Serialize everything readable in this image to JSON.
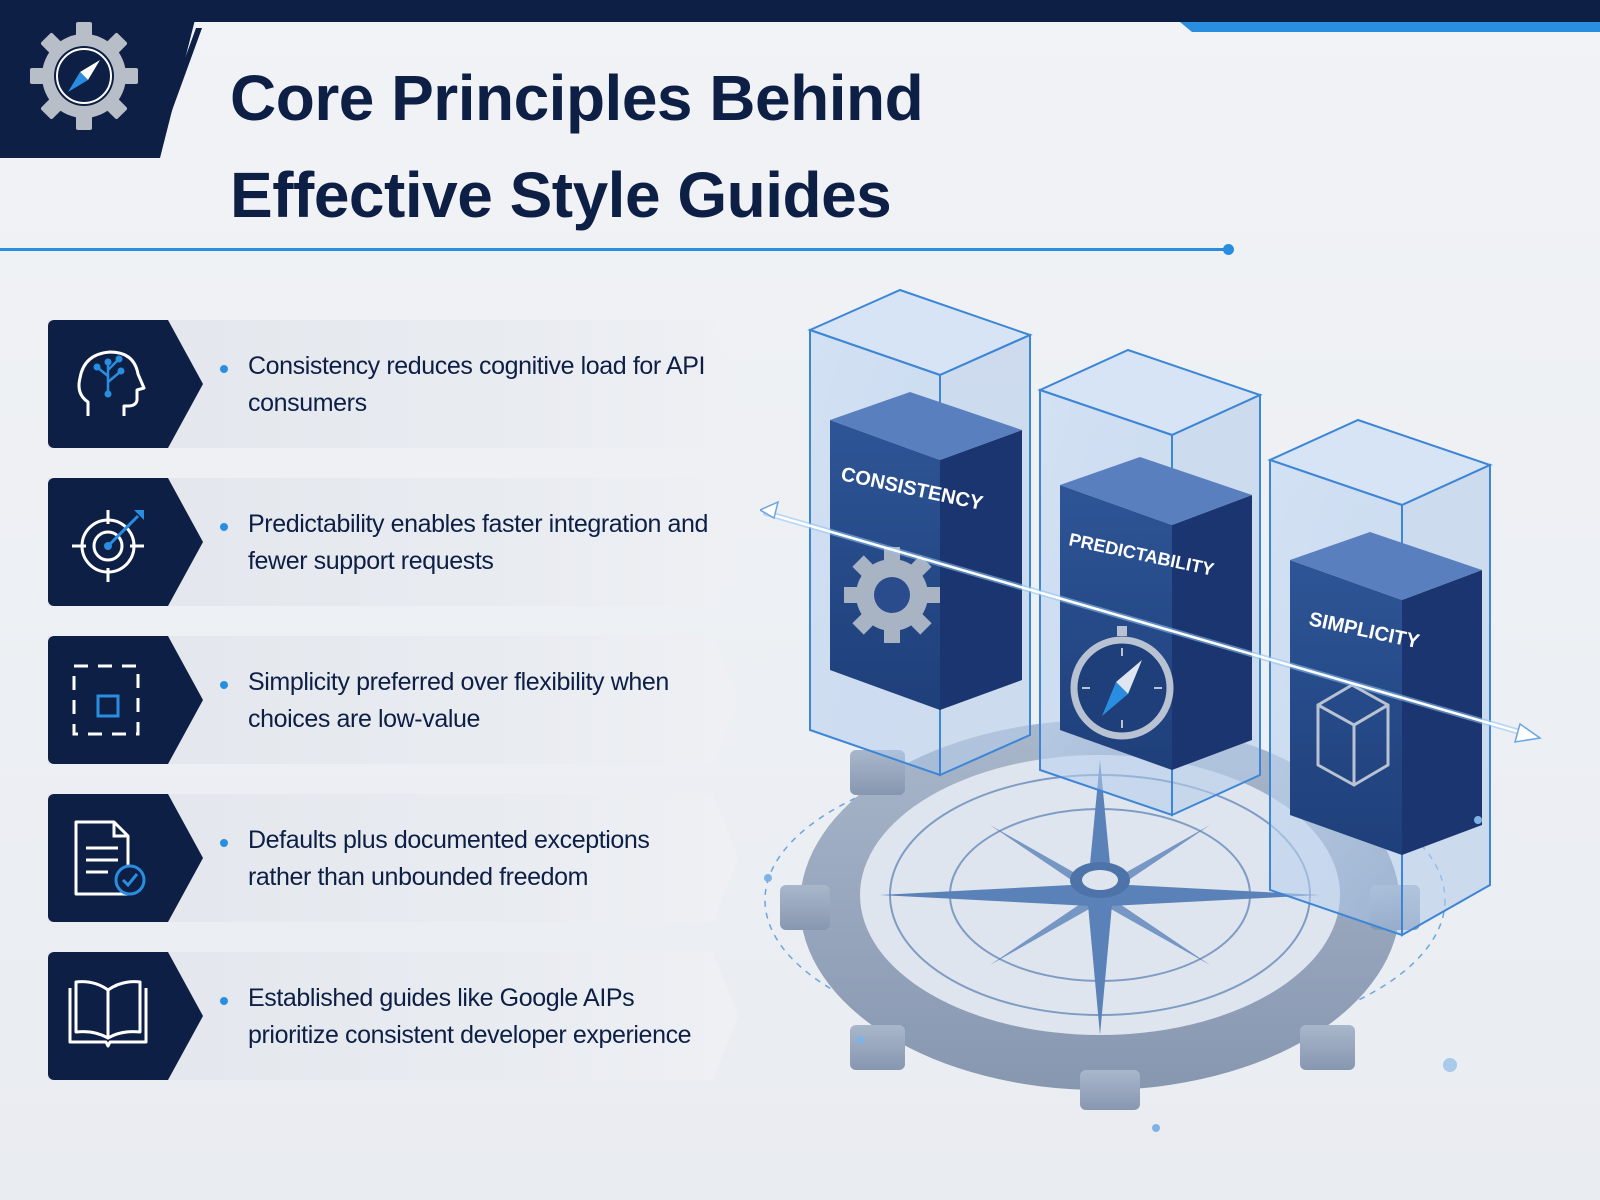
{
  "header": {
    "title_line1": "Core Principles Behind",
    "title_line2": "Effective Style Guides"
  },
  "principles": [
    {
      "icon": "head-circuit-icon",
      "text": "Consistency reduces cognitive load for API consumers"
    },
    {
      "icon": "target-arrow-icon",
      "text": "Predictability enables faster integration and fewer support requests"
    },
    {
      "icon": "dashed-square-icon",
      "text": "Simplicity preferred over flexibility when choices are low-value"
    },
    {
      "icon": "document-check-icon",
      "text": "Defaults plus documented exceptions rather than unbounded freedom"
    },
    {
      "icon": "open-book-icon",
      "text": "Established guides like Google AIPs prioritize consistent developer experience"
    }
  ],
  "pillars": [
    {
      "label": "CONSISTENCY",
      "icon": "gear-icon"
    },
    {
      "label": "PREDICTABILITY",
      "icon": "compass-icon"
    },
    {
      "label": "SIMPLICITY",
      "icon": "cube-icon"
    }
  ],
  "colors": {
    "navy": "#0d1f45",
    "accent": "#2a8ee0",
    "background": "#eceff3"
  }
}
